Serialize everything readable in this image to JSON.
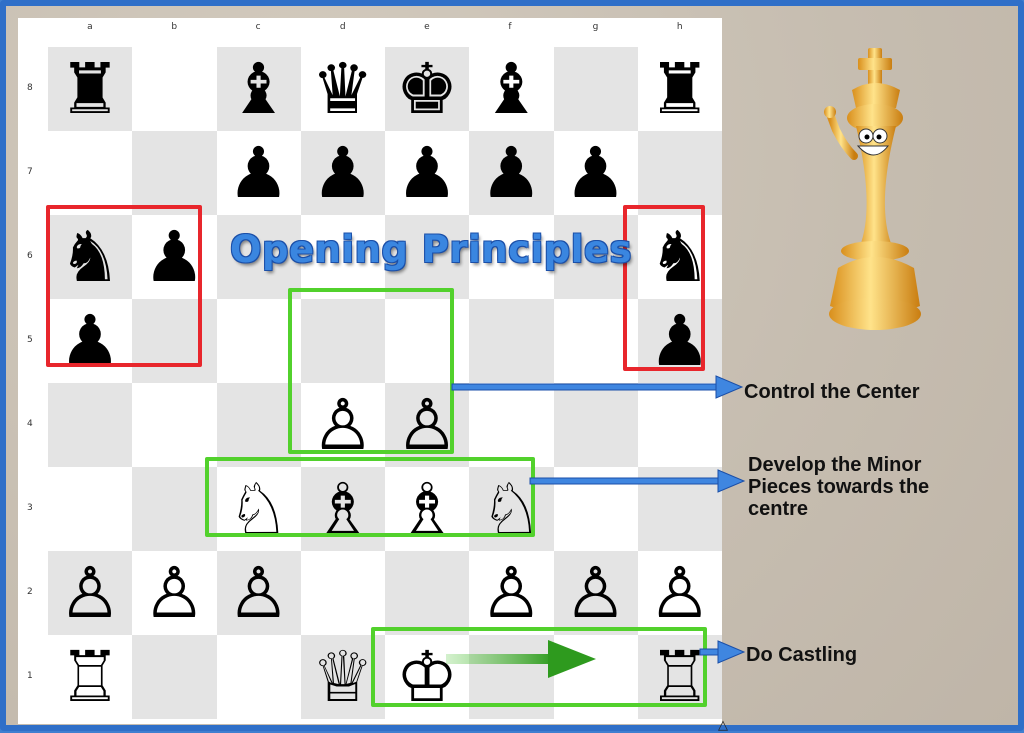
{
  "title": "Opening Principles",
  "files": [
    "a",
    "b",
    "c",
    "d",
    "e",
    "f",
    "g",
    "h"
  ],
  "ranks": [
    "8",
    "7",
    "6",
    "5",
    "4",
    "3",
    "2",
    "1"
  ],
  "pieces": [
    {
      "sq": "a8",
      "glyph": "♜",
      "color": "black",
      "name": "black-rook-a8"
    },
    {
      "sq": "c8",
      "glyph": "♝",
      "color": "black",
      "name": "black-bishop-c8"
    },
    {
      "sq": "d8",
      "glyph": "♛",
      "color": "black",
      "name": "black-queen-d8"
    },
    {
      "sq": "e8",
      "glyph": "♚",
      "color": "black",
      "name": "black-king-e8"
    },
    {
      "sq": "f8",
      "glyph": "♝",
      "color": "black",
      "name": "black-bishop-f8"
    },
    {
      "sq": "h8",
      "glyph": "♜",
      "color": "black",
      "name": "black-rook-h8"
    },
    {
      "sq": "c7",
      "glyph": "♟",
      "color": "black",
      "name": "black-pawn-c7"
    },
    {
      "sq": "d7",
      "glyph": "♟",
      "color": "black",
      "name": "black-pawn-d7"
    },
    {
      "sq": "e7",
      "glyph": "♟",
      "color": "black",
      "name": "black-pawn-e7"
    },
    {
      "sq": "f7",
      "glyph": "♟",
      "color": "black",
      "name": "black-pawn-f7"
    },
    {
      "sq": "g7",
      "glyph": "♟",
      "color": "black",
      "name": "black-pawn-g7"
    },
    {
      "sq": "a6",
      "glyph": "♞",
      "color": "black",
      "name": "black-knight-a6"
    },
    {
      "sq": "b6",
      "glyph": "♟",
      "color": "black",
      "name": "black-pawn-b6"
    },
    {
      "sq": "h6",
      "glyph": "♞",
      "color": "black",
      "name": "black-knight-h6"
    },
    {
      "sq": "a5",
      "glyph": "♟",
      "color": "black",
      "name": "black-pawn-a5"
    },
    {
      "sq": "h5",
      "glyph": "♟",
      "color": "black",
      "name": "black-pawn-h5"
    },
    {
      "sq": "d4",
      "glyph": "♙",
      "color": "white",
      "name": "white-pawn-d4"
    },
    {
      "sq": "e4",
      "glyph": "♙",
      "color": "white",
      "name": "white-pawn-e4"
    },
    {
      "sq": "c3",
      "glyph": "♘",
      "color": "white",
      "name": "white-knight-c3"
    },
    {
      "sq": "d3",
      "glyph": "♗",
      "color": "white",
      "name": "white-bishop-d3"
    },
    {
      "sq": "e3",
      "glyph": "♗",
      "color": "white",
      "name": "white-bishop-e3"
    },
    {
      "sq": "f3",
      "glyph": "♘",
      "color": "white",
      "name": "white-knight-f3"
    },
    {
      "sq": "a2",
      "glyph": "♙",
      "color": "white",
      "name": "white-pawn-a2"
    },
    {
      "sq": "b2",
      "glyph": "♙",
      "color": "white",
      "name": "white-pawn-b2"
    },
    {
      "sq": "c2",
      "glyph": "♙",
      "color": "white",
      "name": "white-pawn-c2"
    },
    {
      "sq": "f2",
      "glyph": "♙",
      "color": "white",
      "name": "white-pawn-f2"
    },
    {
      "sq": "g2",
      "glyph": "♙",
      "color": "white",
      "name": "white-pawn-g2"
    },
    {
      "sq": "h2",
      "glyph": "♙",
      "color": "white",
      "name": "white-pawn-h2"
    },
    {
      "sq": "a1",
      "glyph": "♖",
      "color": "white",
      "name": "white-rook-a1"
    },
    {
      "sq": "d1",
      "glyph": "♕",
      "color": "white",
      "name": "white-queen-d1"
    },
    {
      "sq": "e1",
      "glyph": "♔",
      "color": "white",
      "name": "white-king-e1"
    },
    {
      "sq": "h1",
      "glyph": "♖",
      "color": "white",
      "name": "white-rook-h1"
    }
  ],
  "labels": {
    "center": "Control the Center",
    "minor_line1": "Develop the Minor",
    "minor_line2": "Pieces towards the",
    "minor_line3": "centre",
    "castling": "Do Castling"
  },
  "colors": {
    "red_box": "#e8262c",
    "green_box": "#52d12c",
    "arrow_blue": "#3f86e0",
    "castle_arrow": "#2e9a1e",
    "frame": "#2f6fc8"
  }
}
